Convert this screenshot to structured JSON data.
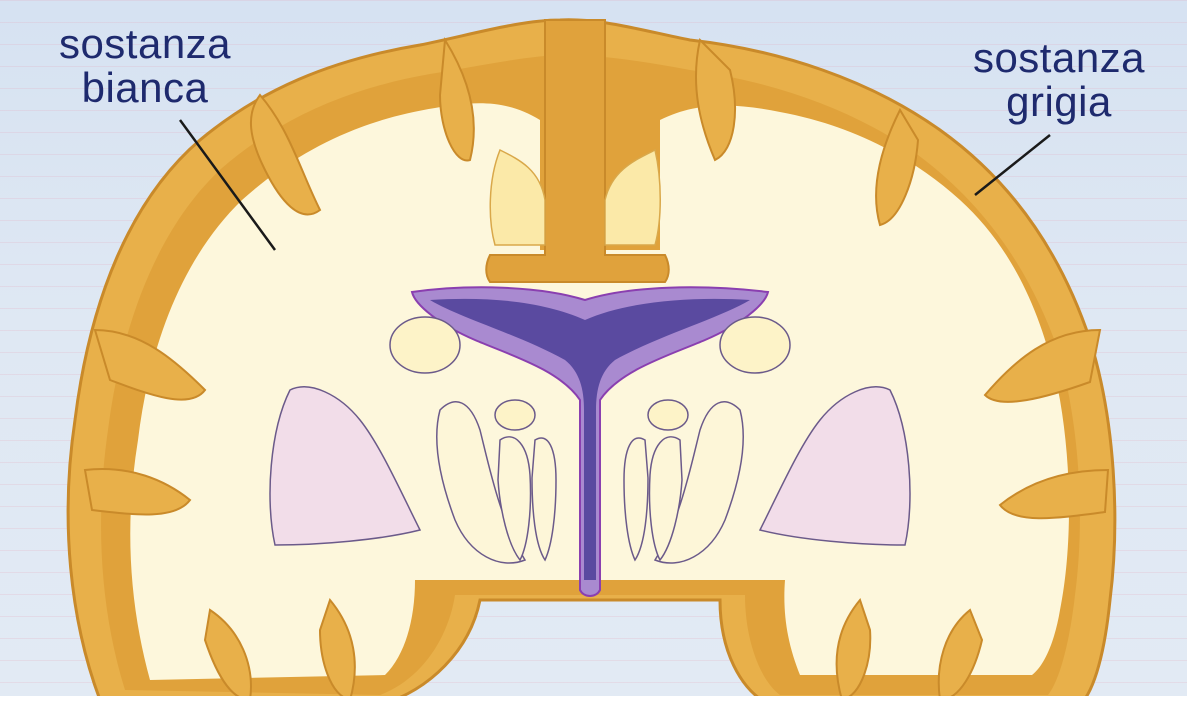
{
  "labels": {
    "white_matter": {
      "line1": "sostanza",
      "line2": "bianca"
    },
    "grey_matter": {
      "line1": "sostanza",
      "line2": "grigia"
    }
  },
  "colors": {
    "grey_matter": "#e8b04a",
    "grey_matter_dark": "#d9902e",
    "white_matter": "#fdf7dc",
    "ventricle": "#5a4aa0",
    "ventricle_light": "#a98ad0",
    "nuclei_fill": "#f2dde9",
    "background": "#dbe5f2"
  }
}
